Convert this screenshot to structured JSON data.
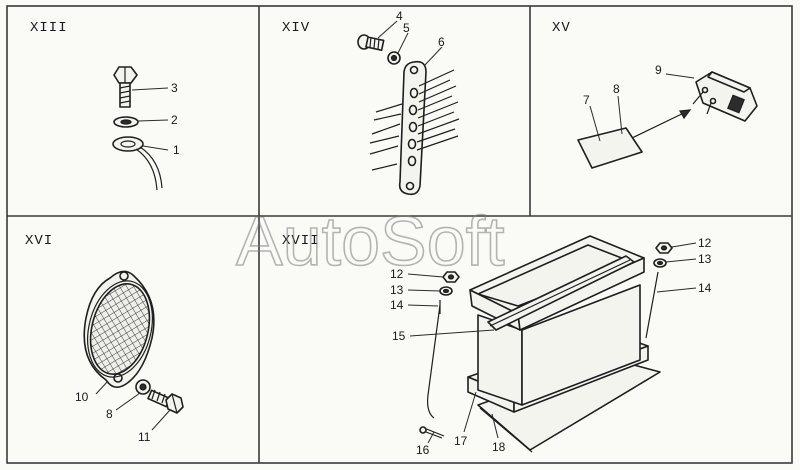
{
  "panels": {
    "xiii": {
      "title": "XIII",
      "labels": [
        "3",
        "2",
        "1"
      ]
    },
    "xiv": {
      "title": "XIV",
      "labels": [
        "4",
        "5",
        "6"
      ]
    },
    "xv": {
      "title": "XV",
      "labels": [
        "9",
        "7",
        "8"
      ]
    },
    "xvi": {
      "title": "XVI",
      "labels": [
        "10",
        "8",
        "11"
      ]
    },
    "xvii": {
      "title": "XVII",
      "labels": [
        "12",
        "13",
        "14",
        "15",
        "16",
        "17",
        "18",
        "12",
        "13",
        "14"
      ]
    }
  },
  "watermark": "AutoSoft",
  "colors": {
    "line": "#1e1e1e",
    "paper": "#fafaf7",
    "watermark": "#7a7a7a"
  }
}
